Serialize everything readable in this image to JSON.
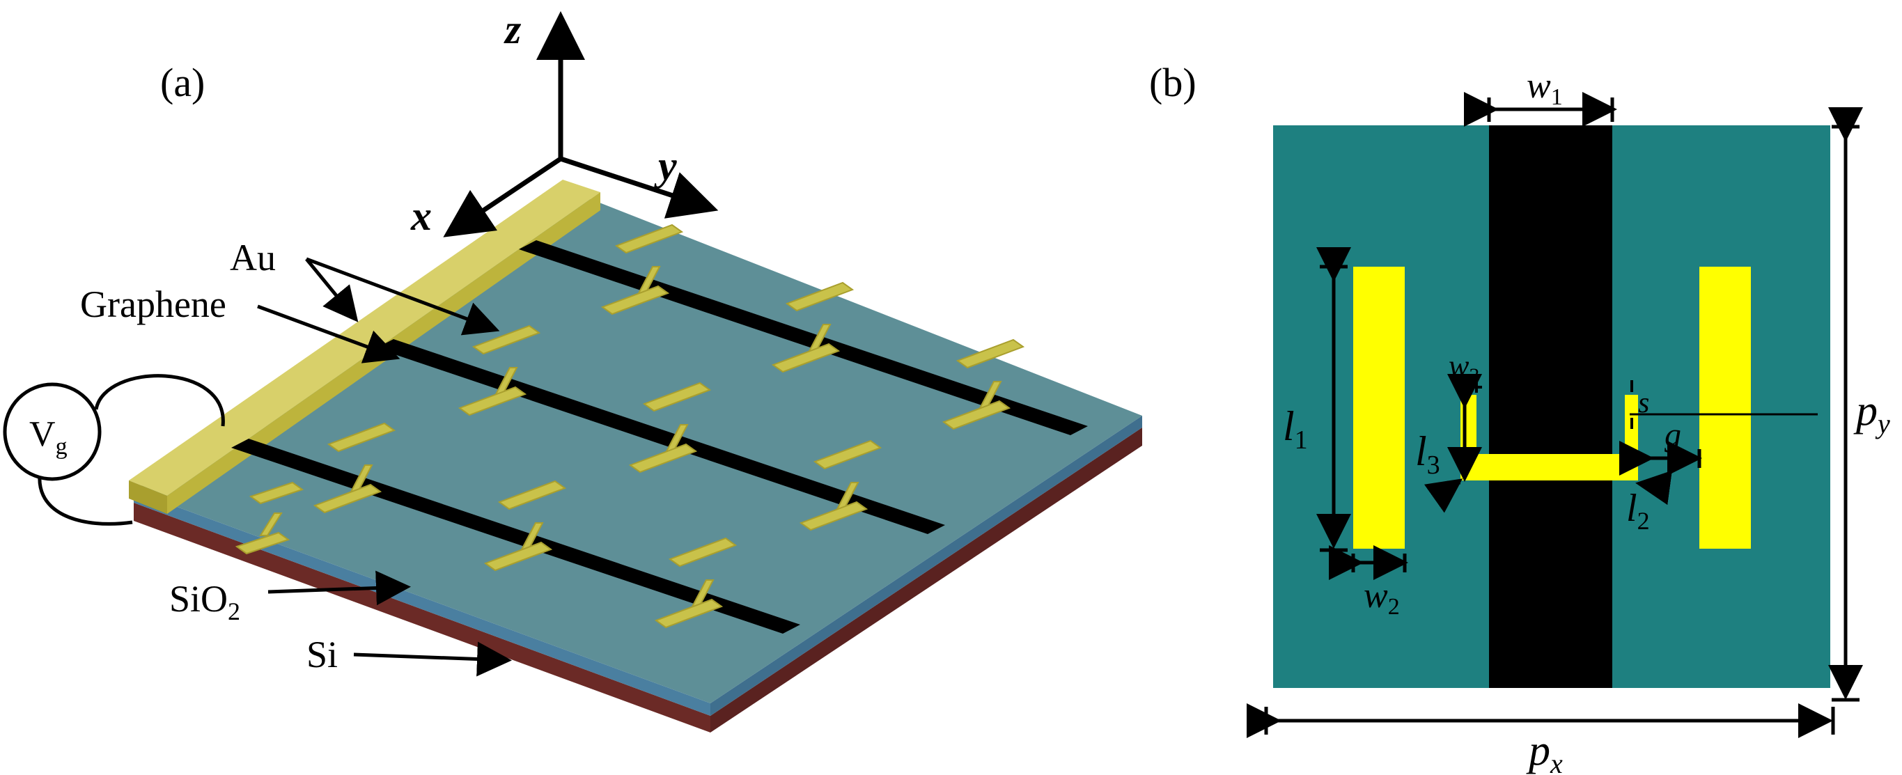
{
  "panel_a": {
    "label": "(a)",
    "axes": {
      "x": "x",
      "y": "y",
      "z": "z"
    },
    "labels": {
      "au": "Au",
      "graphene": "Graphene",
      "sio2_main": "SiO",
      "sio2_sub": "2",
      "si": "Si",
      "vg_main": "V",
      "vg_sub": "g"
    }
  },
  "panel_b": {
    "label": "(b)",
    "dims": {
      "w1": {
        "main": "w",
        "sub": "1"
      },
      "w2": {
        "main": "w",
        "sub": "2"
      },
      "w3": {
        "main": "w",
        "sub": "3"
      },
      "l1": {
        "main": "l",
        "sub": "1"
      },
      "l2": {
        "main": "l",
        "sub": "2"
      },
      "l3": {
        "main": "l",
        "sub": "3"
      },
      "s": {
        "main": "s"
      },
      "g": {
        "main": "g"
      },
      "px": {
        "main": "p",
        "sub": "x"
      },
      "py": {
        "main": "p",
        "sub": "y"
      }
    }
  },
  "colors": {
    "substrate_top": "#5e8f97",
    "sio2": "#4a7fa0",
    "si": "#6b2a26",
    "gold_3d": "#c9c24a",
    "unit_cell_bg": "#1e8080",
    "gold_2d": "#ffff00",
    "graphene": "#000000"
  }
}
